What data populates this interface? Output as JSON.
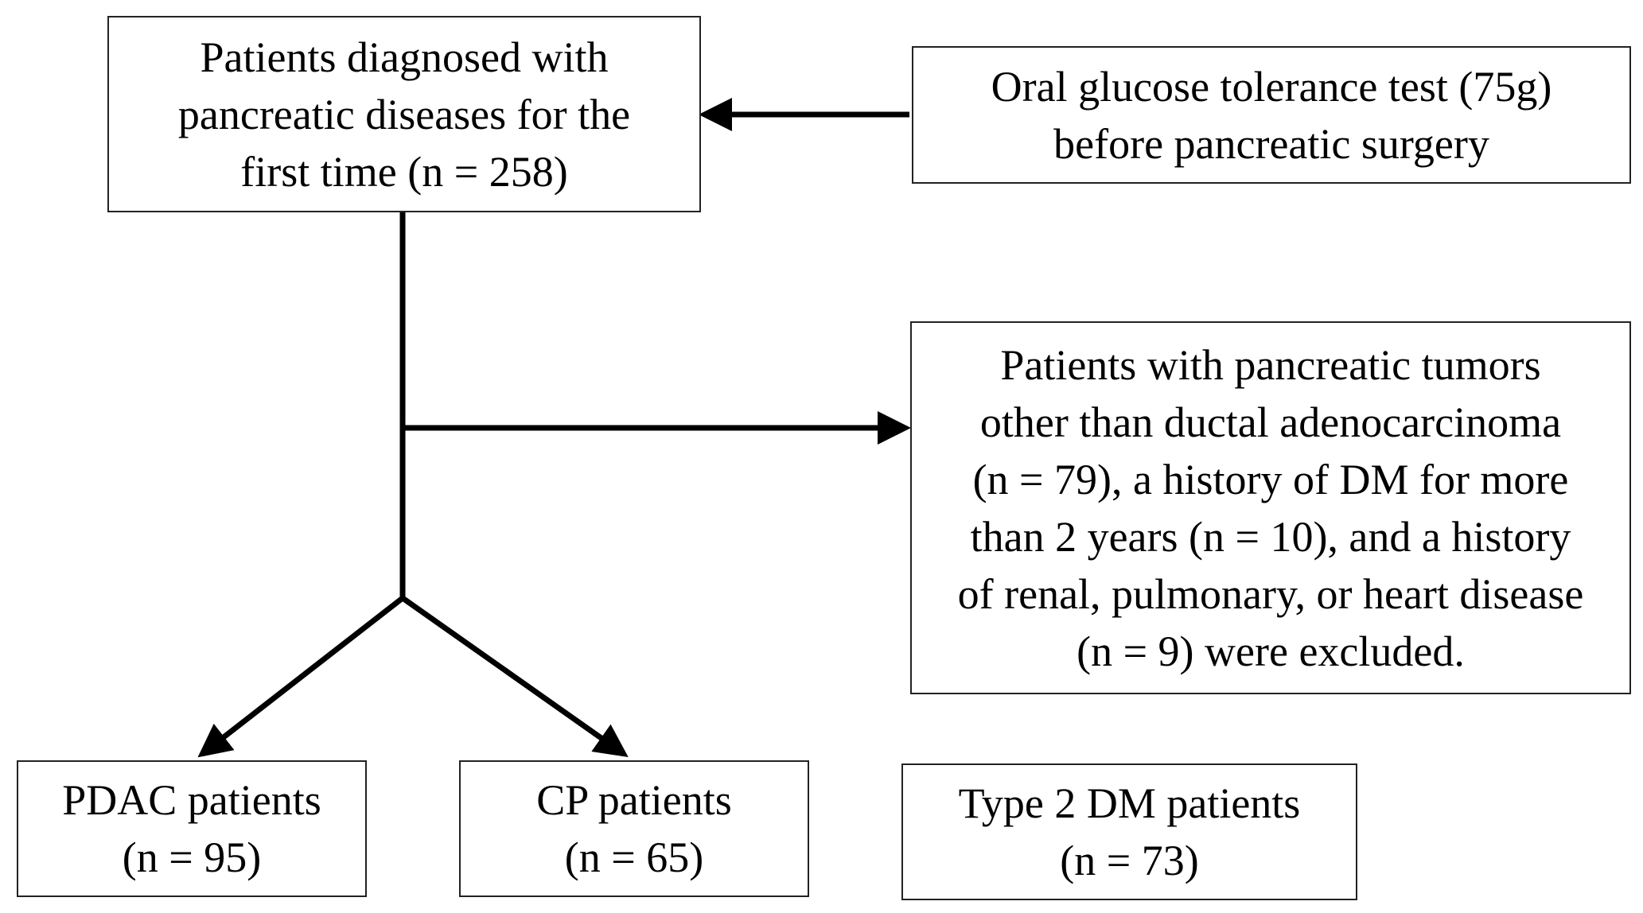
{
  "boxes": {
    "start": "Patients diagnosed with\npancreatic diseases for the\nfirst time (n = 258)",
    "ogtt": "Oral glucose tolerance test (75g)\nbefore pancreatic surgery",
    "excluded": " Patients with pancreatic tumors\nother than ductal adenocarcinoma\n(n = 79), a history of DM for more\nthan 2 years (n = 10), and a history\nof renal, pulmonary, or heart disease\n(n = 9) were excluded.",
    "pdac": "PDAC patients\n(n = 95)",
    "cp": "CP patients\n(n = 65)",
    "t2dm": "Type 2 DM patients\n(n = 73)"
  },
  "colors": {
    "line": "#000000",
    "border": "#222222"
  }
}
